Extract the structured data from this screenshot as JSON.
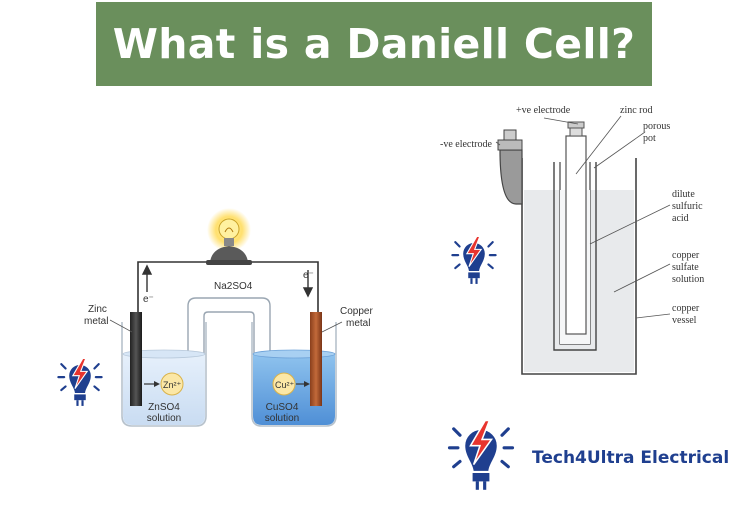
{
  "title": "What is a Daniell Cell?",
  "left_diagram": {
    "salt_bridge": "Na2SO4",
    "zinc_metal_line1": "Zinc",
    "zinc_metal_line2": "metal",
    "copper_metal_line1": "Copper",
    "copper_metal_line2": "metal",
    "electron_left": "e⁻",
    "electron_right": "e⁻",
    "zn_ion": "Zn²⁺",
    "cu_ion": "Cu²⁺",
    "znso4_line1": "ZnSO4",
    "znso4_line2": "solution",
    "cuso4_line1": "CuSO4",
    "cuso4_line2": "solution"
  },
  "right_diagram": {
    "positive_electrode": "+ve electrode",
    "negative_electrode": "-ve electrode",
    "zinc_rod": "zinc rod",
    "porous_line1": "porous",
    "porous_line2": "pot",
    "dilute_line1": "dilute",
    "dilute_line2": "sulfuric",
    "dilute_line3": "acid",
    "copper_sulfate_line1": "copper",
    "copper_sulfate_line2": "sulfate",
    "copper_sulfate_line3": "solution",
    "copper_vessel_line1": "copper",
    "copper_vessel_line2": "vessel"
  },
  "brand": "Tech4Ultra Electrical",
  "colors": {
    "banner": "#6a8f5c",
    "brand_blue": "#1f3f8f",
    "bolt_red": "#e8342e"
  },
  "icons": [
    "bulb-plug-bolt-icon",
    "lamp-icon"
  ]
}
